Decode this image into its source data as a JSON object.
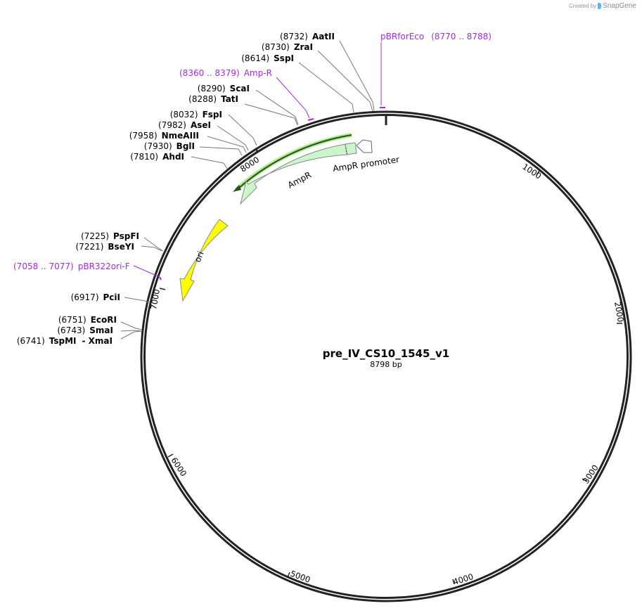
{
  "credit": {
    "prefix": "Created by",
    "brand": "SnapGene"
  },
  "plasmid": {
    "name": "pre_IV_CS10_1545_v1",
    "length_label": "8798 bp",
    "length": 8798
  },
  "ticks": [
    "1000",
    "2000",
    "3000",
    "4000",
    "5000",
    "6000",
    "7000",
    "8000"
  ],
  "features": [
    {
      "name": "AmpR",
      "color": "#ccf5cc",
      "direction": "reverse"
    },
    {
      "name": "AmpR promoter",
      "color": "#ffffff",
      "direction": "reverse"
    },
    {
      "name": "ori",
      "color": "#ffff00",
      "direction": "reverse"
    }
  ],
  "primers": [
    {
      "name": "pBRforEco",
      "range": "(8770 .. 8788)"
    },
    {
      "name": "Amp-R",
      "range": "(8360 .. 8379)"
    },
    {
      "name": "pBR322ori-F",
      "range": "(7058 .. 7077)"
    }
  ],
  "enzymes": [
    {
      "pos": "(8732)",
      "name": "AatII"
    },
    {
      "pos": "(8730)",
      "name": "ZraI"
    },
    {
      "pos": "(8614)",
      "name": "SspI"
    },
    {
      "pos": "(8290)",
      "name": "ScaI"
    },
    {
      "pos": "(8288)",
      "name": "TatI"
    },
    {
      "pos": "(8032)",
      "name": "FspI"
    },
    {
      "pos": "(7982)",
      "name": "AseI"
    },
    {
      "pos": "(7958)",
      "name": "NmeAIII"
    },
    {
      "pos": "(7930)",
      "name": "BglI"
    },
    {
      "pos": "(7810)",
      "name": "AhdI"
    },
    {
      "pos": "(7225)",
      "name": "PspFI"
    },
    {
      "pos": "(7221)",
      "name": "BseYI"
    },
    {
      "pos": "(6917)",
      "name": "PciI"
    },
    {
      "pos": "(6751)",
      "name": "EcoRI"
    },
    {
      "pos": "(6743)",
      "name": "SmaI"
    },
    {
      "pos": "(6741)",
      "name": "TspMI",
      "extra": "- XmaI"
    }
  ],
  "colors": {
    "primer": "#a12ce0",
    "backbone": "#222222",
    "ampr": "#ccf5cc",
    "ori": "#ffff00",
    "highlight": "#8fe07a"
  }
}
